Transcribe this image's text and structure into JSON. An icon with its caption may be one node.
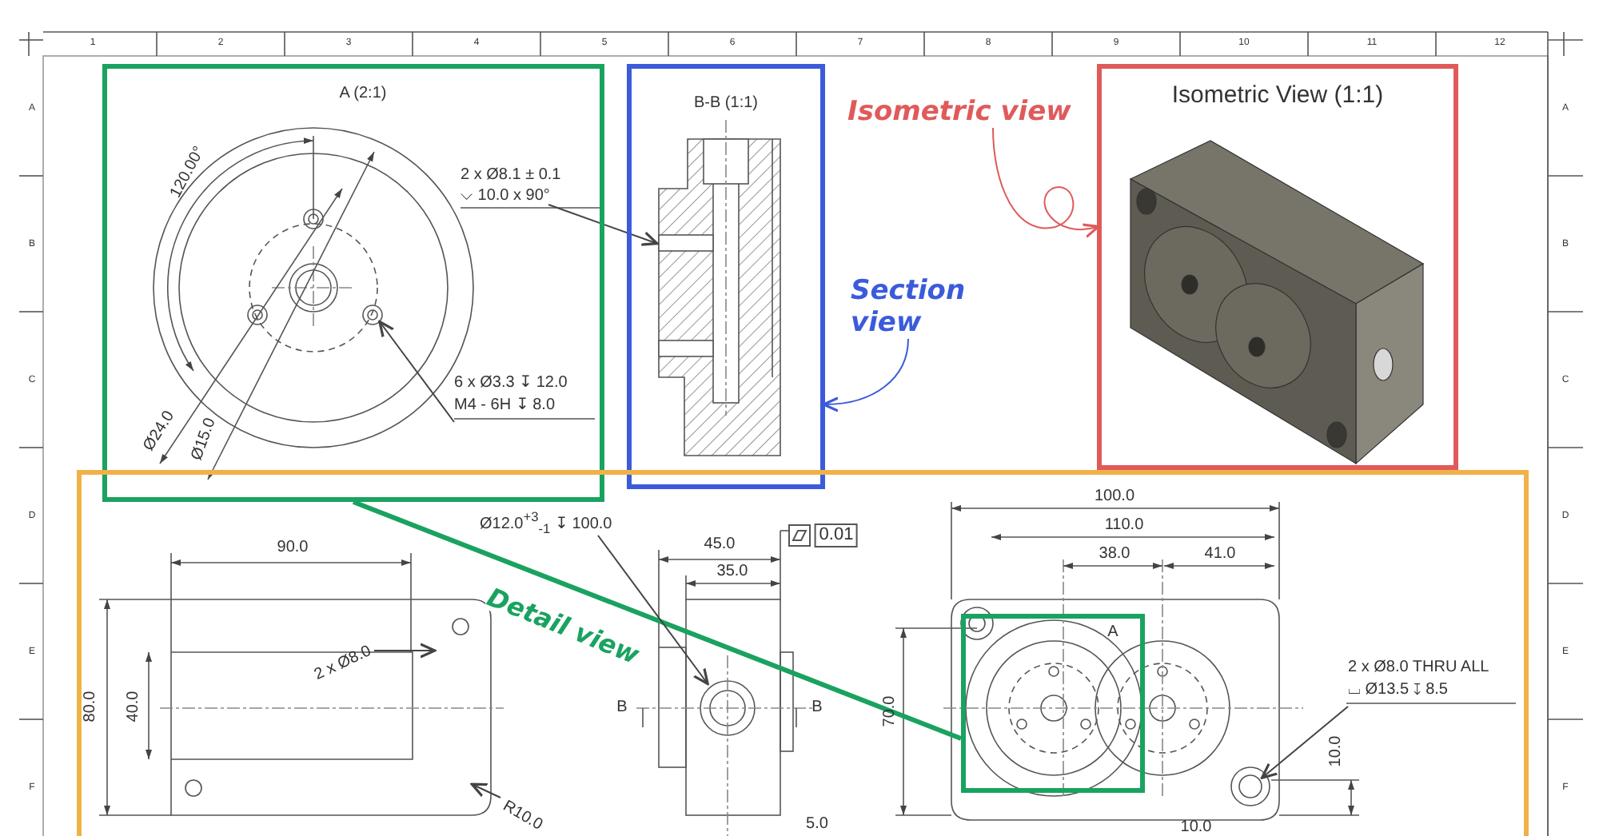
{
  "diagram": {
    "nodes": [
      {
        "text": [
          "A (2:1)"
        ]
      },
      {
        "text": [
          "B-B (1:1)"
        ]
      },
      {
        "text": [
          "Isometric View (1:1)"
        ]
      },
      {
        "text": [],
        "shape": "box"
      },
      {
        "text": [
          "A"
        ],
        "in": 3
      },
      {
        "text": [
          "Isometric view"
        ]
      },
      {
        "text": [
          "Section view"
        ]
      },
      {
        "text": [
          "2 x Ø8.1 ± 0.1",
          "⌵ 10.0 x 90°"
        ],
        "in": 0
      },
      {
        "text": [
          "6 x Ø3.3 ↧ 12.0",
          "M4 - 6H ↧ 8.0"
        ],
        "in": 0
      },
      {
        "text": [
          "2 x Ø8.0"
        ],
        "in": 3
      },
      {
        "text": [
          "R10.0"
        ],
        "in": 3
      },
      {
        "text": [
          "Ø12.0$^{+3}$$_{-1}$ ↧ 100.0"
        ],
        "in": 3
      },
      {
        "text": [
          "2 x Ø8.0 THRU ALL",
          "⌴ Ø13.5 ↧ 8.5"
        ],
        "in": 3
      }
    ],
    "edges": [
      {
        "from": 5,
        "to": 2,
        "arrow": "to",
        "color": "#e05a5a"
      },
      {
        "from": 6,
        "to": 1,
        "arrow": "to",
        "color": "#3b5bdb"
      },
      {
        "from": 0,
        "to": 4,
        "arrow": "none",
        "label": "Detail view",
        "color": "#1aa260",
        "style": "thick"
      },
      {
        "from": 7,
        "to": 1,
        "arrow": "to"
      },
      {
        "from": 8,
        "to": null,
        "arrow": "to"
      },
      {
        "from": 9,
        "to": null,
        "arrow": "to"
      },
      {
        "from": 10,
        "to": null,
        "arrow": "to"
      },
      {
        "from": 11,
        "to": null,
        "arrow": "to"
      },
      {
        "from": 12,
        "to": null,
        "arrow": "to"
      }
    ],
    "labels": [
      "1",
      "2",
      "3",
      "4",
      "5",
      "6",
      "7",
      "8",
      "9",
      "10",
      "11",
      "12",
      "A",
      "B",
      "C",
      "D",
      "E",
      "F",
      "A",
      "B",
      "C",
      "D",
      "E",
      "F",
      "120.00°",
      "Ø24.0",
      "Ø15.0",
      "90.0",
      "45.0",
      "0.01",
      "35.0",
      "80.0",
      "40.0",
      "B",
      "B",
      "70.0",
      "100.0",
      "110.0",
      "38.0",
      "41.0",
      "10.0",
      "5.0",
      "10.0"
    ]
  }
}
